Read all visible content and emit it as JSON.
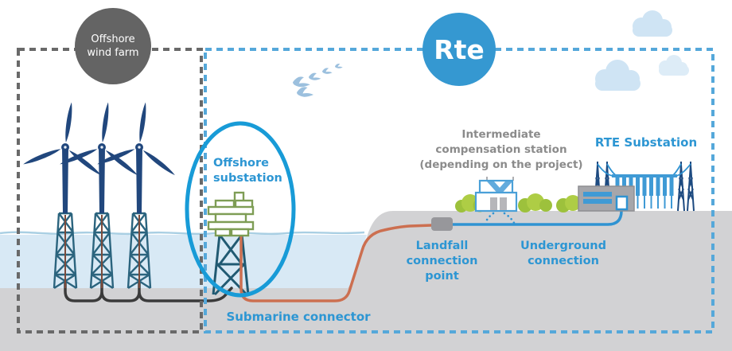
{
  "header": {
    "brand_logo": "Rte",
    "wind_farm_badge": [
      "Offshore",
      "wind farm"
    ]
  },
  "labels": {
    "offshore_substation": [
      "Offshore",
      "substation"
    ],
    "intermediate_station": [
      "Intermediate",
      "compensation station",
      "(depending on the project)"
    ],
    "rte_substation": "RTE Substation",
    "landfall_connection": [
      "Landfall",
      "connection",
      "point"
    ],
    "underground_connection": [
      "Underground",
      "connection"
    ],
    "submarine_connector": "Submarine connector"
  },
  "colors": {
    "brand_blue": "#3598d1",
    "label_blue": "#2d96d3",
    "label_gray": "#8b8b8b",
    "badge_gray": "#646464",
    "boundary_gray": "#696969",
    "boundary_blue": "#55a8da",
    "sea_fill": "#d8e9f5",
    "ground_fill": "#d2d2d4",
    "turbine_navy": "#21477d",
    "lattice_teal": "#2b647e",
    "structure_green": "#7e9d55",
    "submarine_cable_orange": "#cc6f50",
    "underground_cable_blue": "#2f93d2",
    "array_cable_black": "#3b3b3b",
    "bush_green": "#9dc13c",
    "highlight_ellipse_blue": "#189bd7"
  }
}
